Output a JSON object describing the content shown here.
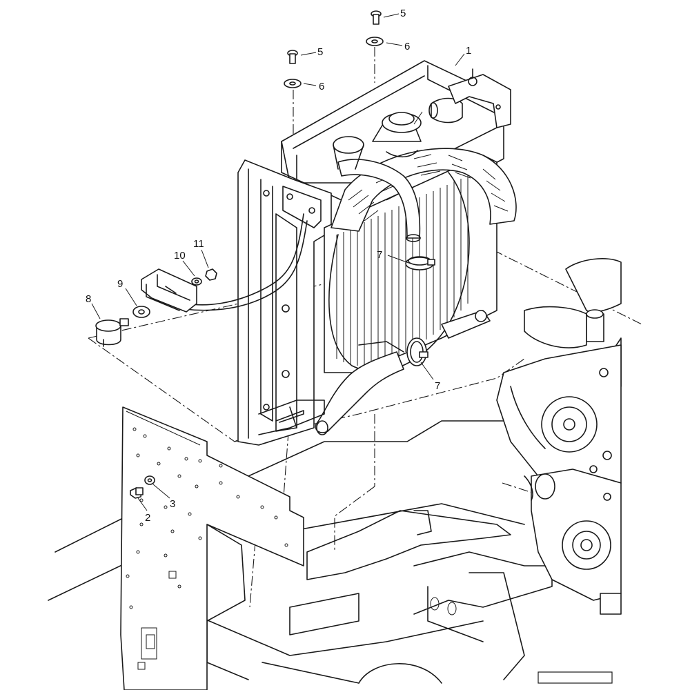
{
  "diagram": {
    "type": "exploded-parts-view",
    "callouts": {
      "c1": "1",
      "c2": "2",
      "c3": "3",
      "c5a": "5",
      "c5b": "5",
      "c6a": "6",
      "c6b": "6",
      "c7a": "7",
      "c7b": "7",
      "c8": "8",
      "c9": "9",
      "c10": "10",
      "c11": "11"
    },
    "reference_box_label": ""
  }
}
